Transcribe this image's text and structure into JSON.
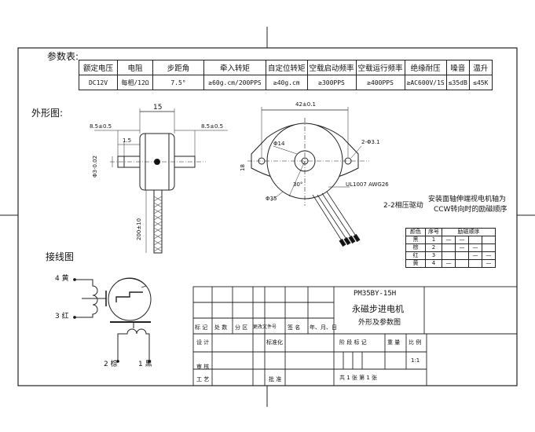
{
  "section_labels": {
    "params": "参数表:",
    "outline": "外形图:",
    "wiring": "接线图"
  },
  "params_table": {
    "headers": [
      "额定电压",
      "电阻",
      "步距角",
      "牵入转矩",
      "自定位转矩",
      "空载启动频率",
      "空载运行频率",
      "绝缘耐压",
      "噪音",
      "温升"
    ],
    "values": [
      "DC12V",
      "每相/12Ω",
      "7.5°",
      "≥60g.cm/200PPS",
      "≥40g.cm",
      "≥300PPS",
      "≥400PPS",
      "≥AC600V/1S",
      "≤35dB",
      "≤45K"
    ]
  },
  "side_view": {
    "width_dim": "15",
    "left_dim": "8.5±0.5",
    "right_dim": "8.5±0.5",
    "shaft_dim": "1.5",
    "shaft_dia": "Φ3-0.02",
    "lead_len": "200±10"
  },
  "front_view": {
    "hole_dim": "42±0.1",
    "boss_dia": "Φ14",
    "mount_hole": "2-Φ3.1",
    "body_dia": "Φ35",
    "angle": "30°",
    "flange_dim": "18",
    "cable": "UL1007 AWG26",
    "drive": "2-2相压驱动"
  },
  "rotation_note": {
    "line1": "安装面轴伸端视电机轴为",
    "line2": "CCW转向时的励磁顺序"
  },
  "phase_table": {
    "headers": [
      "颜色",
      "序号",
      "励磁顺序"
    ],
    "rows": [
      {
        "color": "黑",
        "num": "1"
      },
      {
        "color": "棕",
        "num": "2"
      },
      {
        "color": "红",
        "num": "3"
      },
      {
        "color": "黄",
        "num": "4"
      }
    ]
  },
  "wiring": {
    "t4": "4 黄",
    "t3": "3 红",
    "t2": "2 棕",
    "t1": "1 黑"
  },
  "title_block": {
    "model": "PM35BY-15H",
    "name": "永磁步进电机",
    "subtitle": "外形及参数图",
    "rev_headers": [
      "标 记",
      "处 数",
      "分 区",
      "更改文件号",
      "签 名",
      "年、月、日"
    ],
    "design": "设 计",
    "standard": "标准化",
    "review": "审 核",
    "process": "工 艺",
    "approve": "批 准",
    "stage": "阶 段 标 记",
    "weight": "重 量",
    "scale": "比 例",
    "scale_val": "1:1",
    "sheets": "共 1 张   第 1 张"
  },
  "colors": {
    "line": "#222222",
    "cable_hatch": "#555555"
  }
}
